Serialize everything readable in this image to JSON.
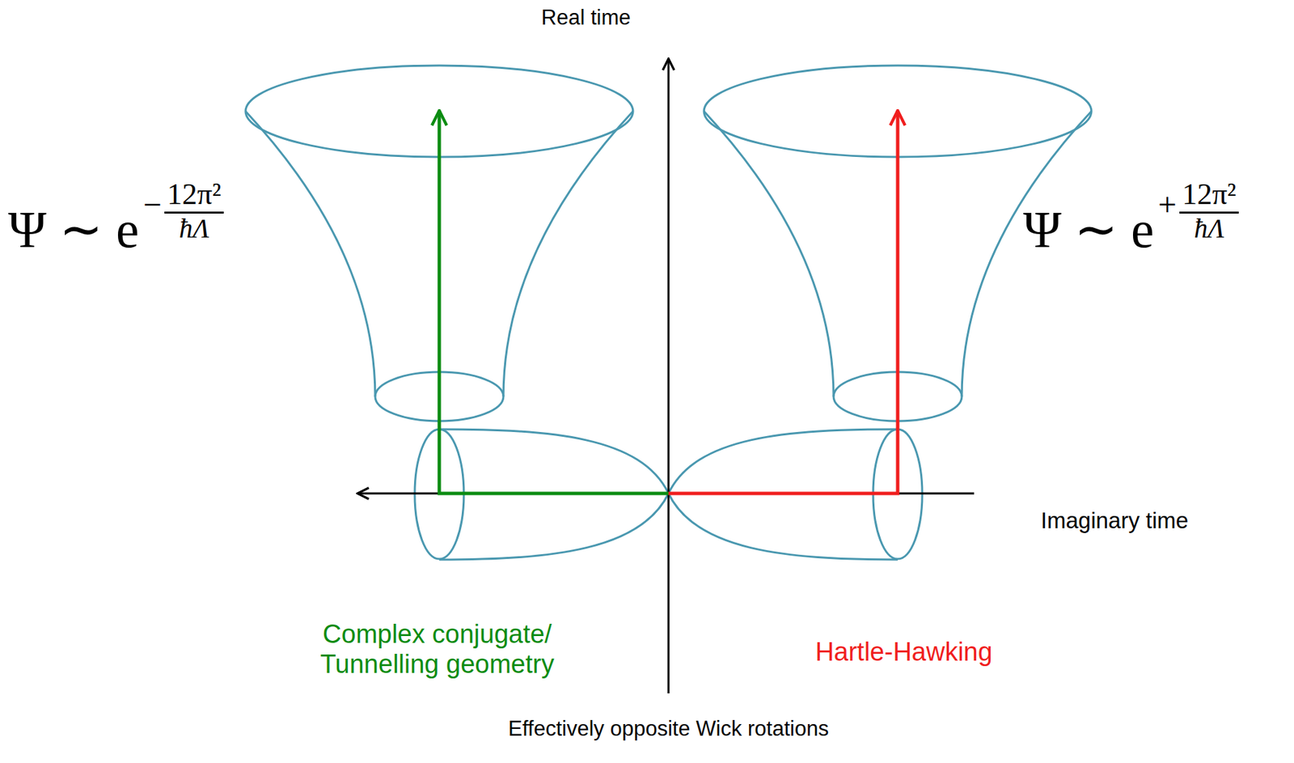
{
  "diagram": {
    "caption": "Effectively opposite Wick rotations",
    "labels": [
      "Real time",
      "Ψ ∼ e",
      "−",
      "12π²",
      "ħΛ",
      "Ψ ∼ e",
      "+",
      "12π²",
      "ħΛ",
      "Imaginary time",
      "Complex conjugate/ Tunnelling geometry",
      "Hartle-Hawking"
    ]
  }
}
